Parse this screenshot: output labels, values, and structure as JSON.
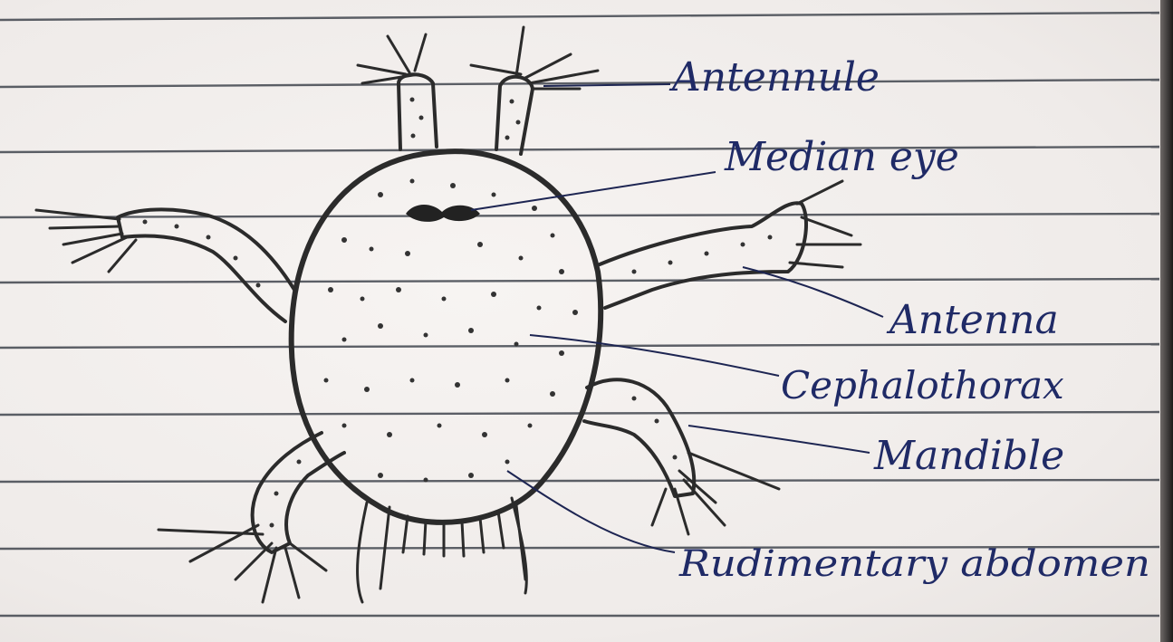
{
  "diagram": {
    "labels": {
      "antennule": "Antennule",
      "median_eye": "Median eye",
      "antenna": "Antenna",
      "cephalothorax": "Cephalothorax",
      "mandible": "Mandible",
      "rudimentary_abdomen": "Rudimentary abdomen"
    },
    "colors": {
      "paper": "#f3f0ee",
      "ruled_line": "#3a3f48",
      "pencil": "#2b2b2b",
      "ink": "#1f2a66"
    }
  }
}
